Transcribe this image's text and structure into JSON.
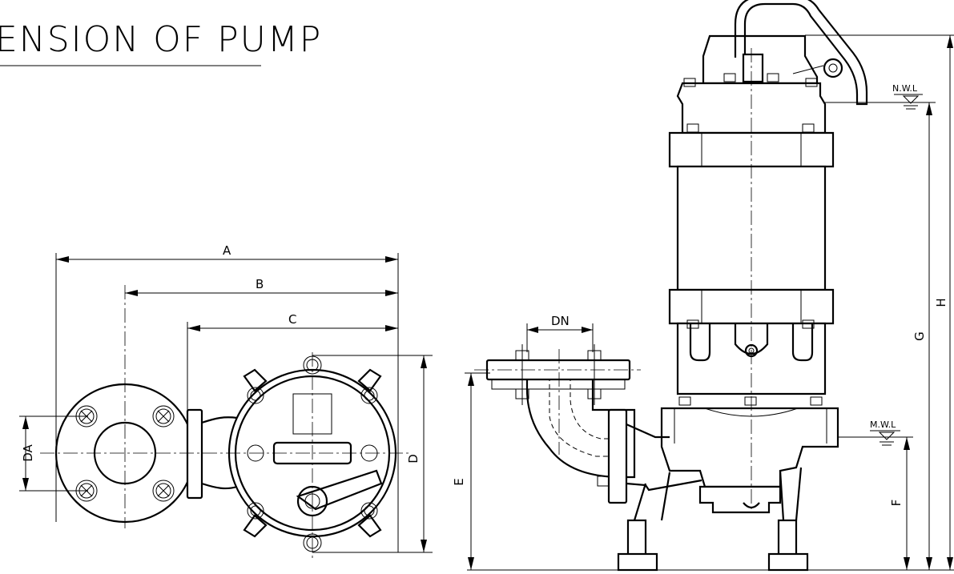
{
  "title": "ENSION OF PUMP",
  "dimensions": {
    "A": "A",
    "B": "B",
    "C": "C",
    "D": "D",
    "DA": "DA",
    "DN": "DN",
    "E": "E",
    "F": "F",
    "G": "G",
    "H": "H"
  },
  "water_levels": {
    "normal": "N.W.L",
    "minimum": "M.W.L"
  }
}
